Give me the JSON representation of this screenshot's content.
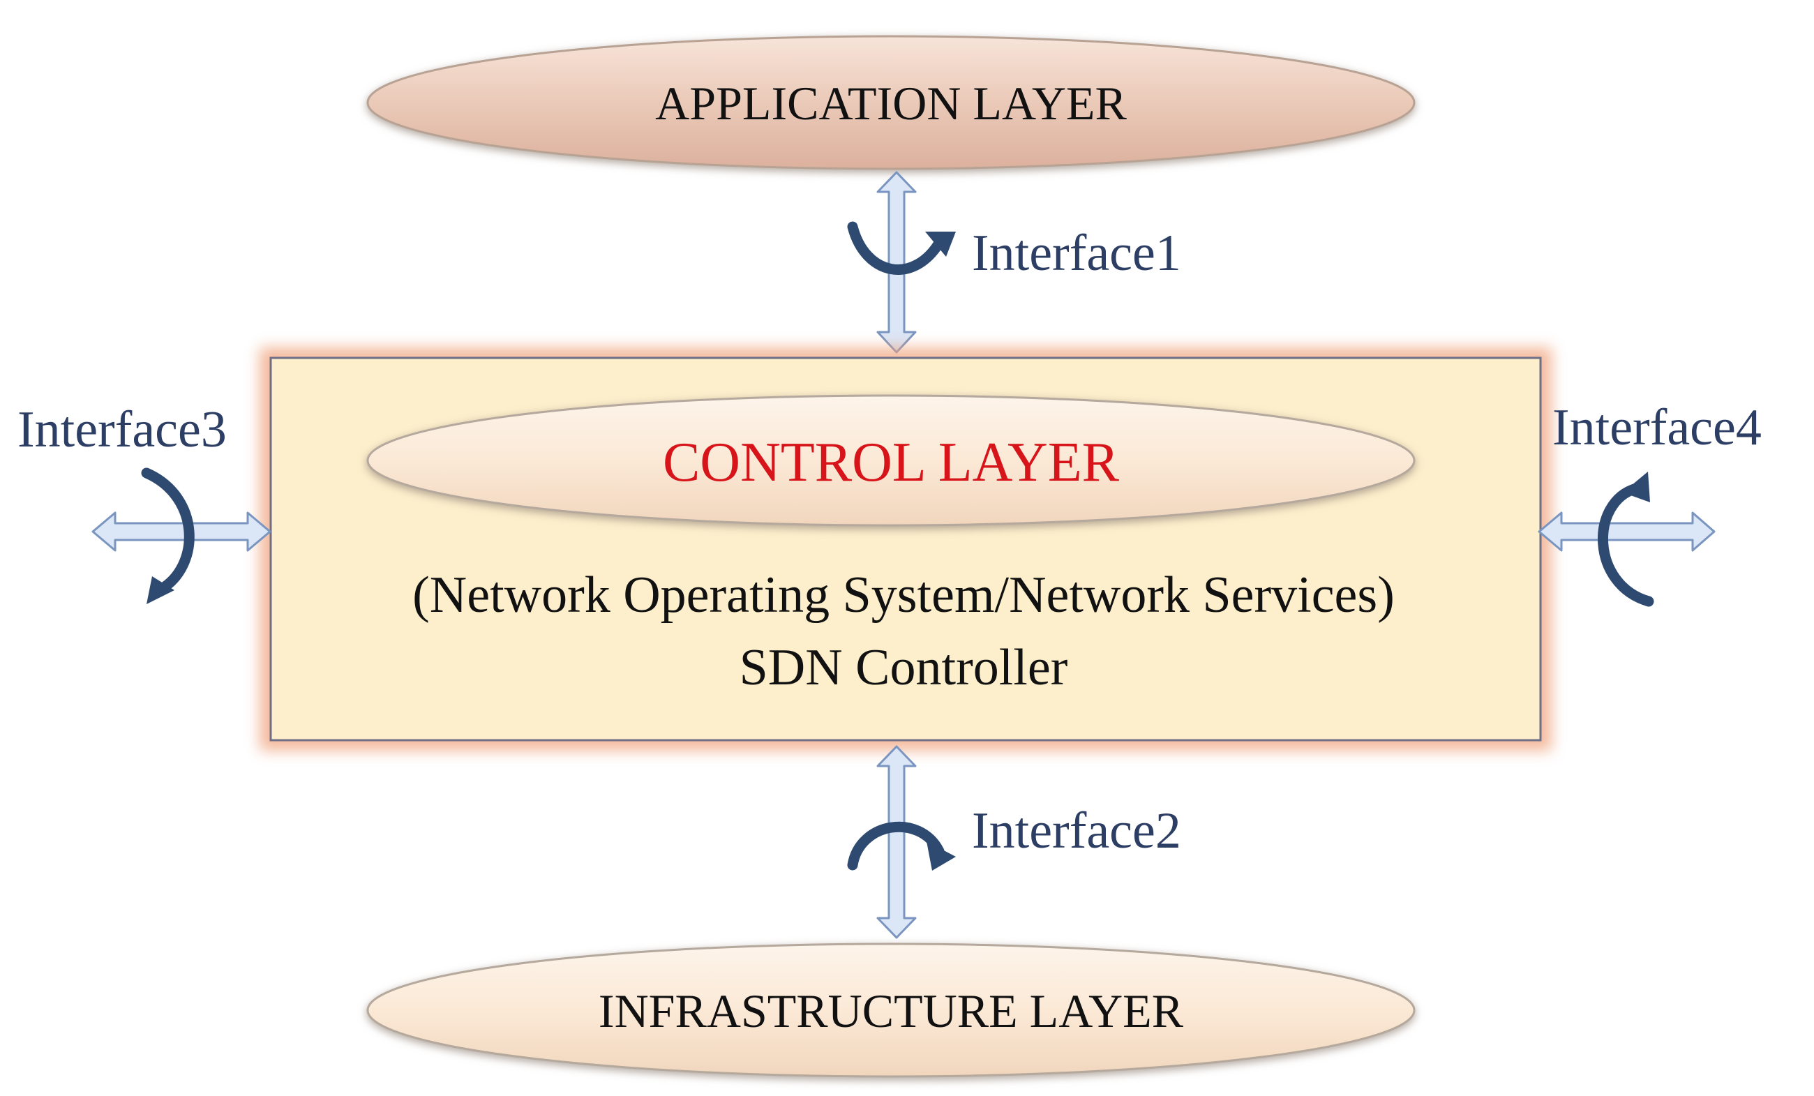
{
  "layers": {
    "application": "APPLICATION LAYER",
    "control": "CONTROL LAYER",
    "infrastructure": "INFRASTRUCTURE LAYER"
  },
  "controller": {
    "line1": "(Network Operating System/Network Services)",
    "line2": "SDN Controller"
  },
  "interfaces": {
    "i1": "Interface1",
    "i2": "Interface2",
    "i3": "Interface3",
    "i4": "Interface4"
  },
  "colors": {
    "application_fill": "#ecccbb",
    "control_fill": "#fbe9cf",
    "box_fill": "#fdefcb",
    "box_glow": "#f0a37c",
    "control_text": "#d6141a",
    "interface_text": "#2c3e63",
    "arrow_fill": "#dbe6f7",
    "arrow_stroke": "#7a95c0",
    "curved_arrow": "#2f4a70"
  }
}
